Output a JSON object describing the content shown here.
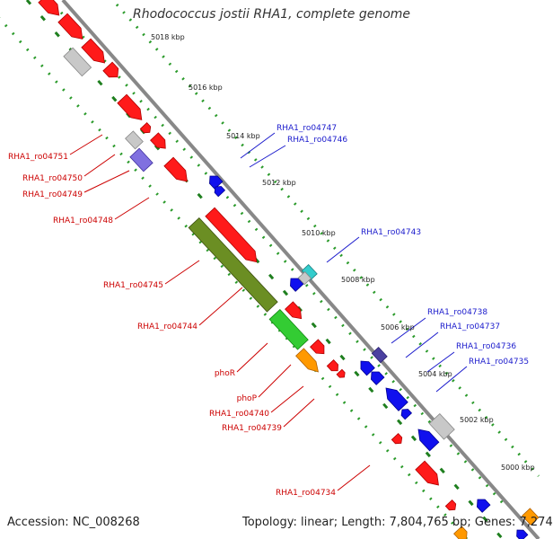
{
  "title": "Rhodococcus jostii RHA1, complete genome",
  "accession_text": "Accession: NC_008268",
  "summary_text": "Topology: linear; Length: 7,804,765 bp; Genes: 7,274",
  "colors": {
    "backbone": "#8a8a8a",
    "tick_dots": "#2a9a2a",
    "tick_dashes": "#1f7f1f",
    "forward_label": "#cc0000",
    "reverse_label": "#1a1acc",
    "leader_forward": "#cc0000",
    "leader_reverse": "#1a1acc"
  },
  "scale_labels": [
    "5018 kbp",
    "5016 kbp",
    "5014 kbp",
    "5012 kbp",
    "5010 kbp",
    "5008 kbp",
    "5006 kbp",
    "5004 kbp",
    "5002 kbp",
    "5000 kbp"
  ],
  "labels_forward": [
    "RHA1_ro04751",
    "RHA1_ro04750",
    "RHA1_ro04749",
    "RHA1_ro04748",
    "RHA1_ro04745",
    "RHA1_ro04744",
    "phoR",
    "phoP",
    "RHA1_ro04740",
    "RHA1_ro04739",
    "RHA1_ro04734"
  ],
  "labels_reverse": [
    "RHA1_ro04747",
    "RHA1_ro04746",
    "RHA1_ro04743",
    "RHA1_ro04738",
    "RHA1_ro04737",
    "RHA1_ro04736",
    "RHA1_ro04735"
  ]
}
